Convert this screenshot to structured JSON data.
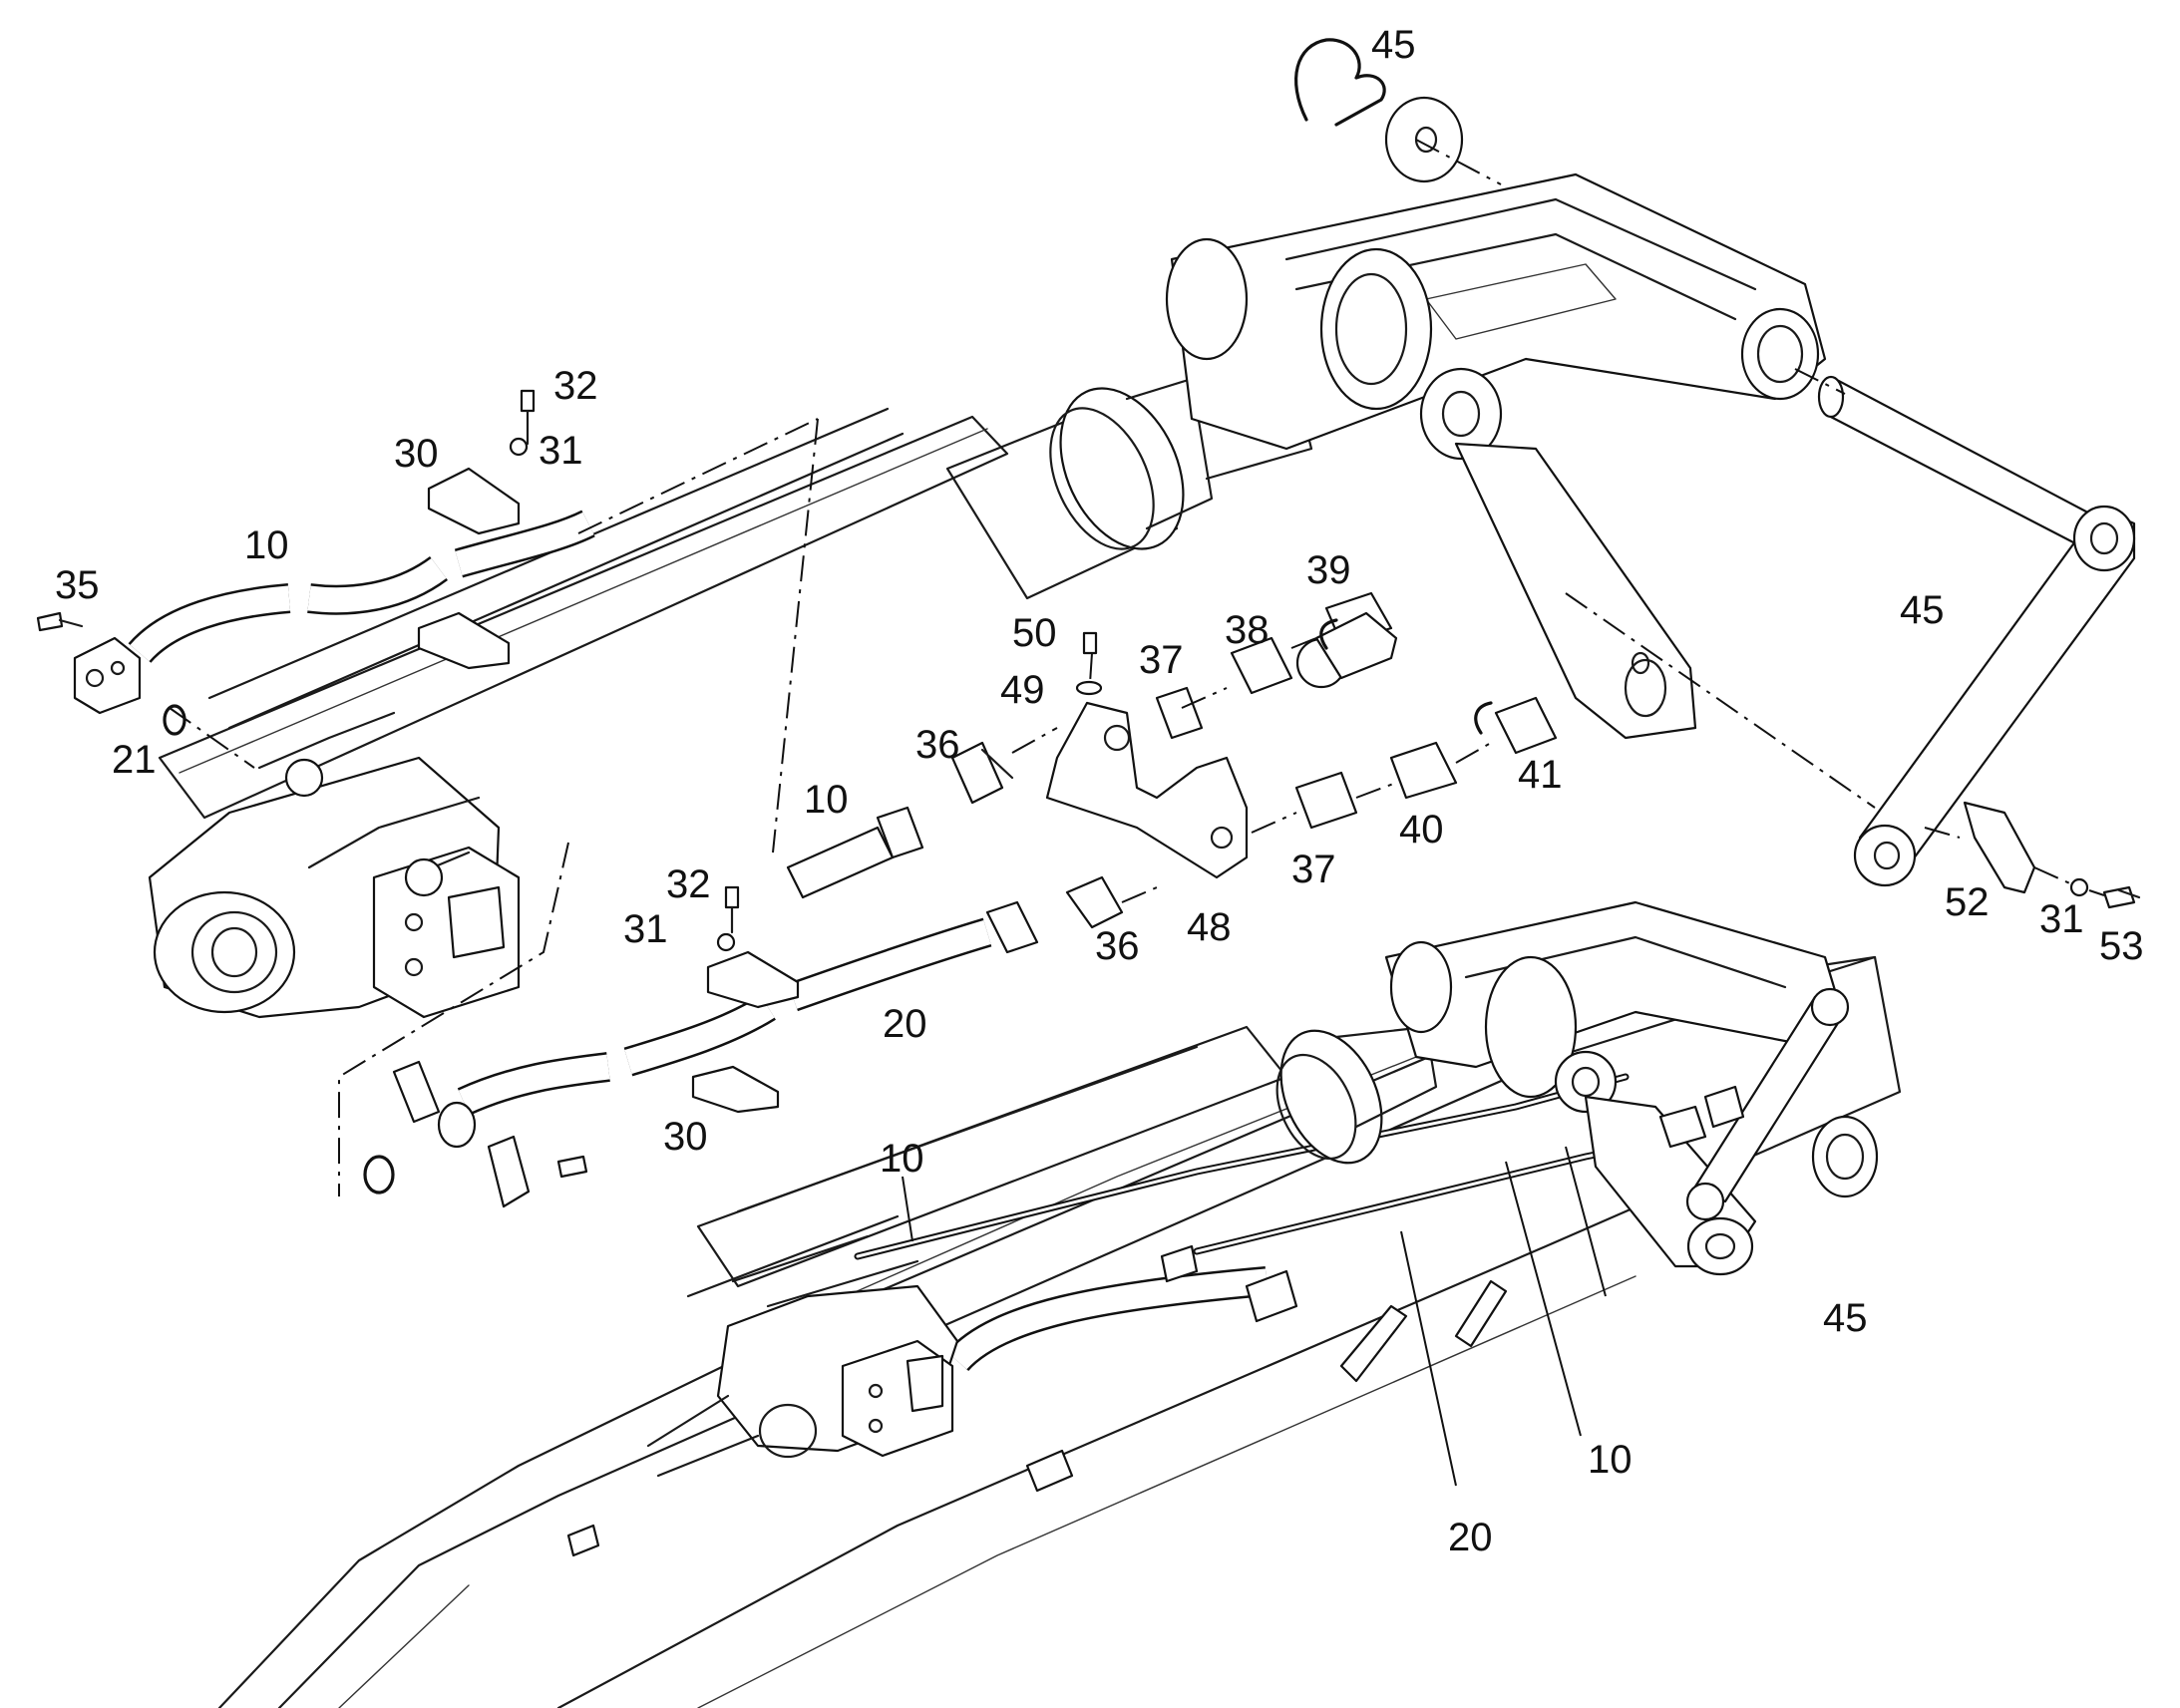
{
  "labels": [
    {
      "id": "l45a",
      "text": "45"
    },
    {
      "id": "l32a",
      "text": "32"
    },
    {
      "id": "l30a",
      "text": "30"
    },
    {
      "id": "l31a",
      "text": "31"
    },
    {
      "id": "l10a",
      "text": "10"
    },
    {
      "id": "l35",
      "text": "35"
    },
    {
      "id": "l21",
      "text": "21"
    },
    {
      "id": "l39",
      "text": "39"
    },
    {
      "id": "l50",
      "text": "50"
    },
    {
      "id": "l38",
      "text": "38"
    },
    {
      "id": "l37a",
      "text": "37"
    },
    {
      "id": "l49",
      "text": "49"
    },
    {
      "id": "l36a",
      "text": "36"
    },
    {
      "id": "l10b",
      "text": "10"
    },
    {
      "id": "l41",
      "text": "41"
    },
    {
      "id": "l40",
      "text": "40"
    },
    {
      "id": "l37b",
      "text": "37"
    },
    {
      "id": "l45b",
      "text": "45"
    },
    {
      "id": "l32b",
      "text": "32"
    },
    {
      "id": "l31b",
      "text": "31"
    },
    {
      "id": "l36b",
      "text": "36"
    },
    {
      "id": "l48",
      "text": "48"
    },
    {
      "id": "l20a",
      "text": "20"
    },
    {
      "id": "l52",
      "text": "52"
    },
    {
      "id": "l31c",
      "text": "31"
    },
    {
      "id": "l53",
      "text": "53"
    },
    {
      "id": "l30b",
      "text": "30"
    },
    {
      "id": "l10c",
      "text": "10"
    },
    {
      "id": "l45c",
      "text": "45"
    },
    {
      "id": "l10d",
      "text": "10"
    },
    {
      "id": "l20b",
      "text": "20"
    }
  ]
}
